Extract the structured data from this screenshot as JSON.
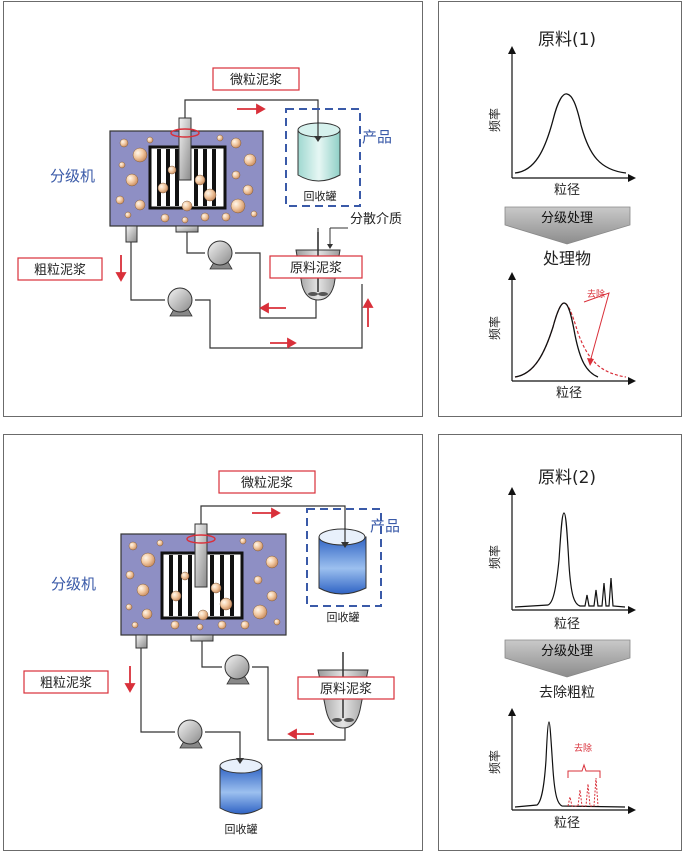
{
  "top_process": {
    "fine_slurry": "微粒泥浆",
    "product": "产品",
    "classifier": "分级机",
    "recovery_tank": "回收罐",
    "dispersion_medium": "分散介质",
    "coarse_slurry": "粗粒泥浆",
    "raw_slurry": "原料泥浆"
  },
  "top_chart": {
    "title": "原料(1)",
    "ylabel": "频率",
    "xlabel": "粒径",
    "arrow_label": "分级处理",
    "result_title": "处理物",
    "result_ylabel": "频率",
    "result_xlabel": "粒径",
    "removed": "去除"
  },
  "bottom_process": {
    "fine_slurry": "微粒泥浆",
    "product": "产品",
    "classifier": "分级机",
    "recovery_tank": "回收罐",
    "coarse_slurry": "粗粒泥浆",
    "raw_slurry": "原料泥浆",
    "recovery_tank_2": "回收罐"
  },
  "bottom_chart": {
    "title": "原料(2)",
    "ylabel": "频率",
    "xlabel": "粒径",
    "arrow_label": "分级处理",
    "result_title": "去除粗粒",
    "result_ylabel": "频率",
    "result_xlabel": "粒径",
    "removed": "去除"
  },
  "colors": {
    "accent_red": "#d9303a",
    "label_blue": "#3a5aa8",
    "machine_fill": "#8e8fc4",
    "particle": "#e9b58c"
  }
}
